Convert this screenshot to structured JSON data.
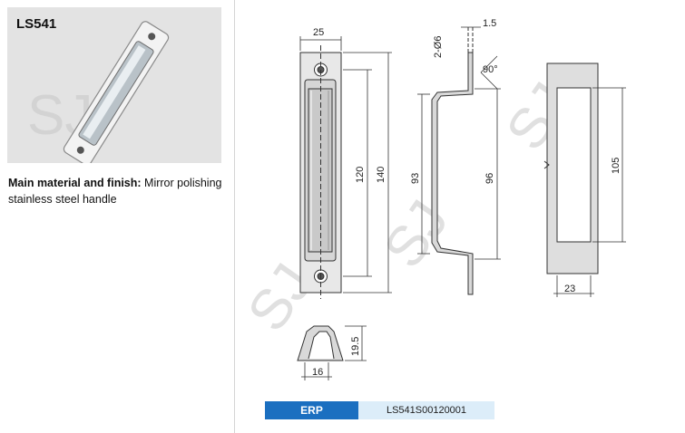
{
  "header": {
    "model": "LS541"
  },
  "description": {
    "bold_label": "Main material and finish:",
    "text": " Mirror polishing stainless steel handle"
  },
  "watermark": "SJ",
  "dimensions": {
    "width_25": "25",
    "thickness_1_5": "1.5",
    "hole_2_phi6": "2-Ø6",
    "angle_90": "90°",
    "length_120": "120",
    "length_140": "140",
    "depth_93": "93",
    "depth_96": "96",
    "cutout_105": "105",
    "cutout_23": "23",
    "height_19_5": "19.5",
    "width_16": "16"
  },
  "erp": {
    "label": "ERP",
    "code": "LS541S00120001"
  },
  "colors": {
    "erp_blue": "#1b6fc0",
    "erp_light": "#dcedf9",
    "panel_gray": "#e3e3e3"
  }
}
